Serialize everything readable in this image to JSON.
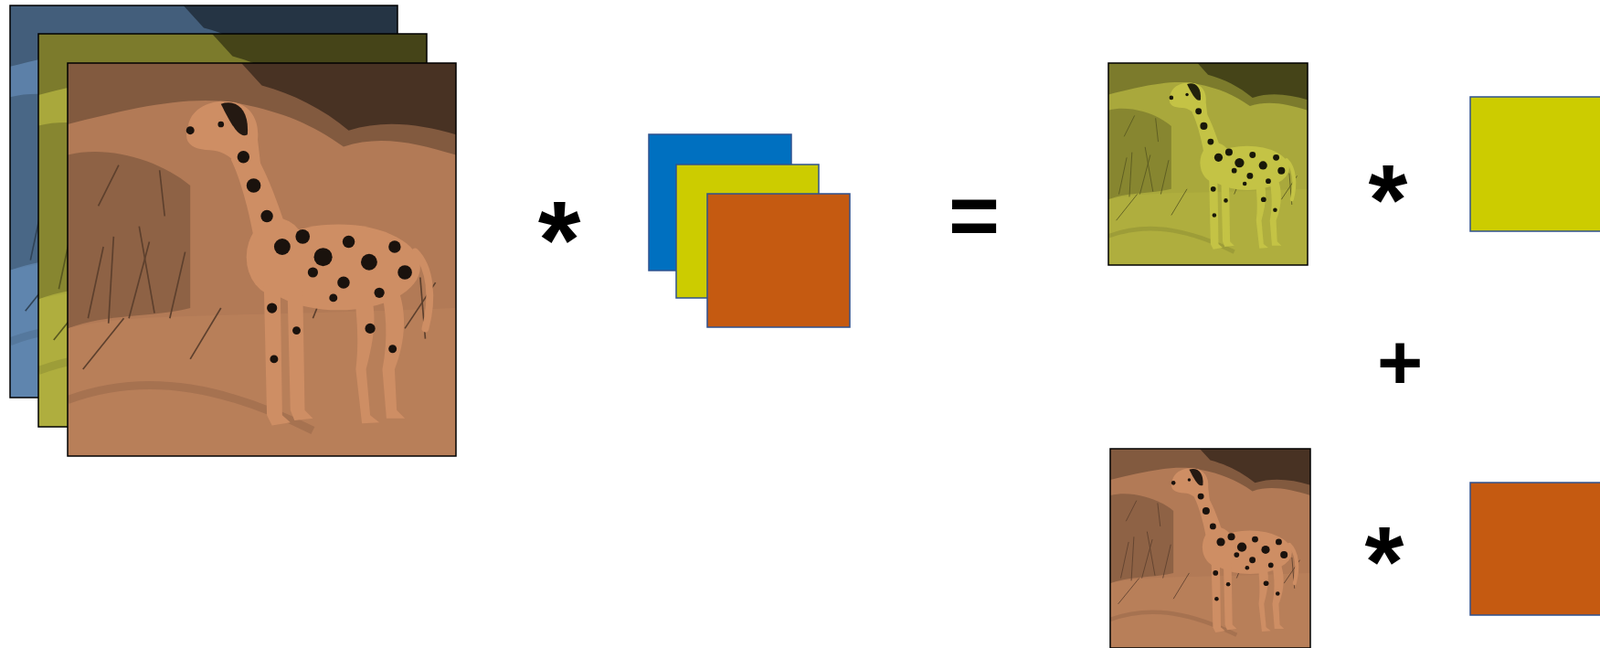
{
  "diagram": {
    "labels": [
      "*",
      "=",
      "*",
      "+",
      "*"
    ]
  }
}
